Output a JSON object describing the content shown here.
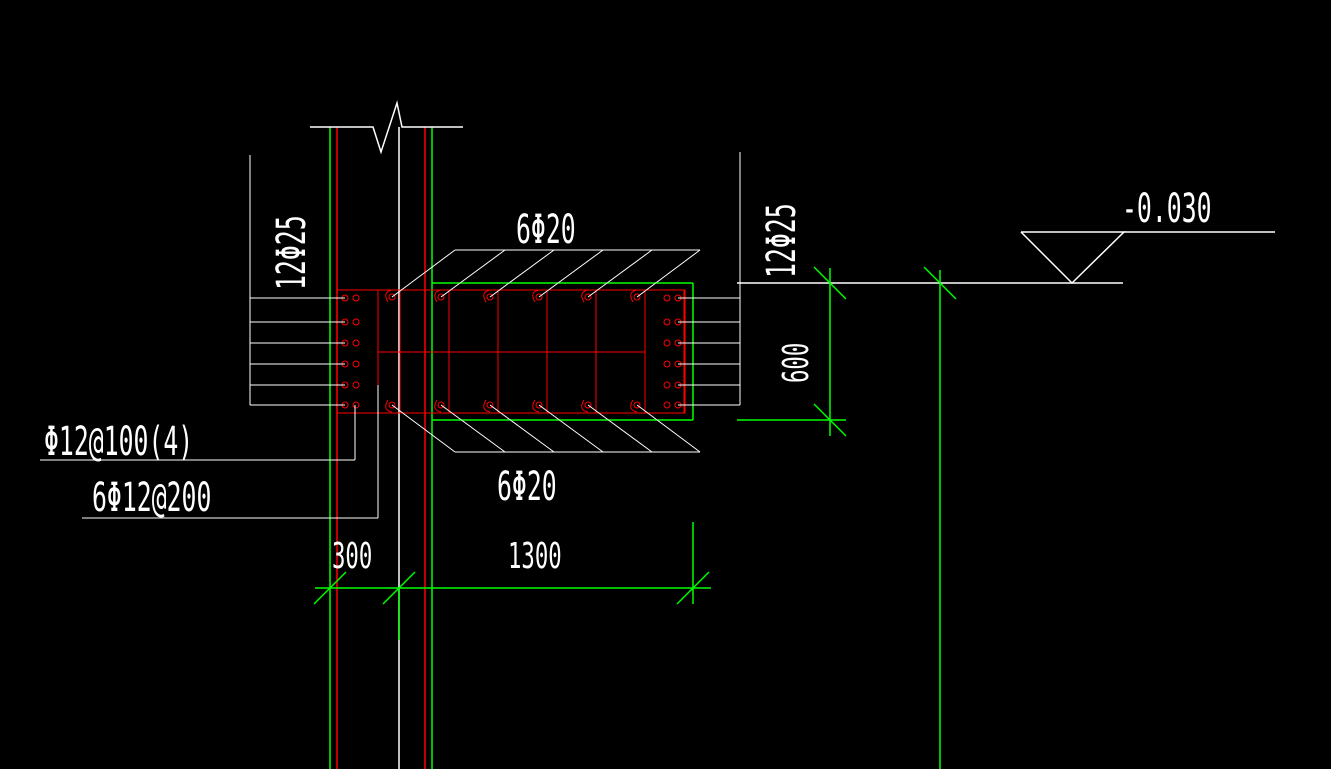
{
  "drawing": {
    "background": "#000000",
    "colors": {
      "white": "#ffffff",
      "green": "#00ff00",
      "red": "#ff0000"
    },
    "labels": {
      "top_rebar": "6Φ20",
      "bottom_rebar": "6Φ20",
      "left_side_rebar": "12Φ25",
      "right_side_rebar": "12Φ25",
      "stirrup": "Φ12@100(4)",
      "tie": "6Φ12@200",
      "level": "-0.030",
      "dim_height": "600",
      "dim_left": "300",
      "dim_width": "1300"
    }
  }
}
